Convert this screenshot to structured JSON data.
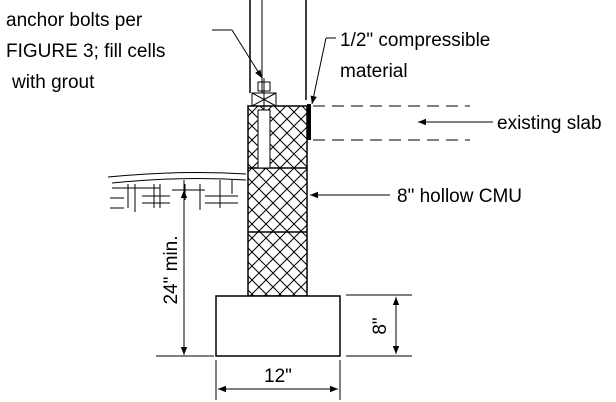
{
  "diagram": {
    "labels": {
      "anchor_line1": "anchor bolts per",
      "anchor_line2": "FIGURE 3; fill cells",
      "anchor_line3": "with grout",
      "compressible_line1": "1/2\" compressible",
      "compressible_line2": "material",
      "existing_slab": "existing slab",
      "hollow_cmu": "8\" hollow CMU",
      "depth_min": "24\" min.",
      "footing_height": "8\"",
      "footing_width": "12\""
    },
    "colors": {
      "line": "#000000",
      "background": "#ffffff"
    }
  }
}
